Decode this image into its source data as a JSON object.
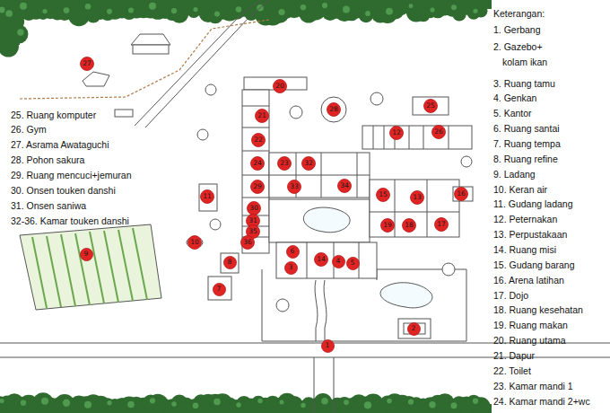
{
  "diagram": {
    "nodes": [
      {
        "text": [
          "1"
        ]
      },
      {
        "text": [
          "2"
        ]
      },
      {
        "text": [
          "3"
        ]
      },
      {
        "text": [
          "4"
        ]
      },
      {
        "text": [
          "5"
        ]
      },
      {
        "text": [
          "6"
        ]
      },
      {
        "text": [
          "7"
        ]
      },
      {
        "text": [
          "8"
        ]
      },
      {
        "text": [
          "9"
        ]
      },
      {
        "text": [
          "10"
        ]
      },
      {
        "text": [
          "11"
        ]
      },
      {
        "text": [
          "12"
        ]
      },
      {
        "text": [
          "13"
        ]
      },
      {
        "text": [
          "14"
        ]
      },
      {
        "text": [
          "15"
        ]
      },
      {
        "text": [
          "16"
        ]
      },
      {
        "text": [
          "17"
        ]
      },
      {
        "text": [
          "18"
        ]
      },
      {
        "text": [
          "19"
        ]
      },
      {
        "text": [
          "20"
        ]
      },
      {
        "text": [
          "21"
        ]
      },
      {
        "text": [
          "22"
        ]
      },
      {
        "text": [
          "23"
        ]
      },
      {
        "text": [
          "24"
        ]
      },
      {
        "text": [
          "25"
        ]
      },
      {
        "text": [
          "26"
        ]
      },
      {
        "text": [
          "27"
        ]
      },
      {
        "text": [
          "28"
        ]
      },
      {
        "text": [
          "29"
        ]
      },
      {
        "text": [
          "30"
        ]
      },
      {
        "text": [
          "31"
        ]
      },
      {
        "text": [
          "32"
        ]
      },
      {
        "text": [
          "33"
        ]
      },
      {
        "text": [
          "34"
        ]
      },
      {
        "text": [
          "35"
        ]
      },
      {
        "text": [
          "36"
        ]
      }
    ],
    "labels": [
      "Keterangan:"
    ],
    "legend": [
      {
        "text": "1. Gerbang"
      },
      {
        "text": "2. Gazebo+ kolam ikan"
      },
      {
        "text": "3. Ruang tamu"
      },
      {
        "text": "4. Genkan"
      },
      {
        "text": "5. Kantor"
      },
      {
        "text": "6. Ruang santai"
      },
      {
        "text": "7. Ruang tempa"
      },
      {
        "text": "8. Ruang refine"
      },
      {
        "text": "9. Ladang"
      },
      {
        "text": "10. Keran air"
      },
      {
        "text": "11. Gudang ladang"
      },
      {
        "text": "12. Peternakan"
      },
      {
        "text": "13. Perpustakaan"
      },
      {
        "text": "14. Ruang misi"
      },
      {
        "text": "15. Gudang barang"
      },
      {
        "text": "16. Arena latihan"
      },
      {
        "text": "17. Dojo"
      },
      {
        "text": "18. Ruang kesehatan"
      },
      {
        "text": "19. Ruang makan"
      },
      {
        "text": "20. Ruang utama"
      },
      {
        "text": "21. Dapur"
      },
      {
        "text": "22. Toilet"
      },
      {
        "text": "23. Kamar mandi 1"
      },
      {
        "text": "24. Kamar mandi 2+wc"
      },
      {
        "text": "25. Ruang komputer"
      },
      {
        "text": "26. Gym"
      },
      {
        "text": "27. Asrama Awataguchi"
      },
      {
        "text": "28. Pohon sakura"
      },
      {
        "text": "29. Ruang mencuci+jemuran"
      },
      {
        "text": "30. Onsen touken danshi"
      },
      {
        "text": "31. Onsen saniwa"
      },
      {
        "text": "32-36. Kamar touken danshi"
      }
    ]
  }
}
